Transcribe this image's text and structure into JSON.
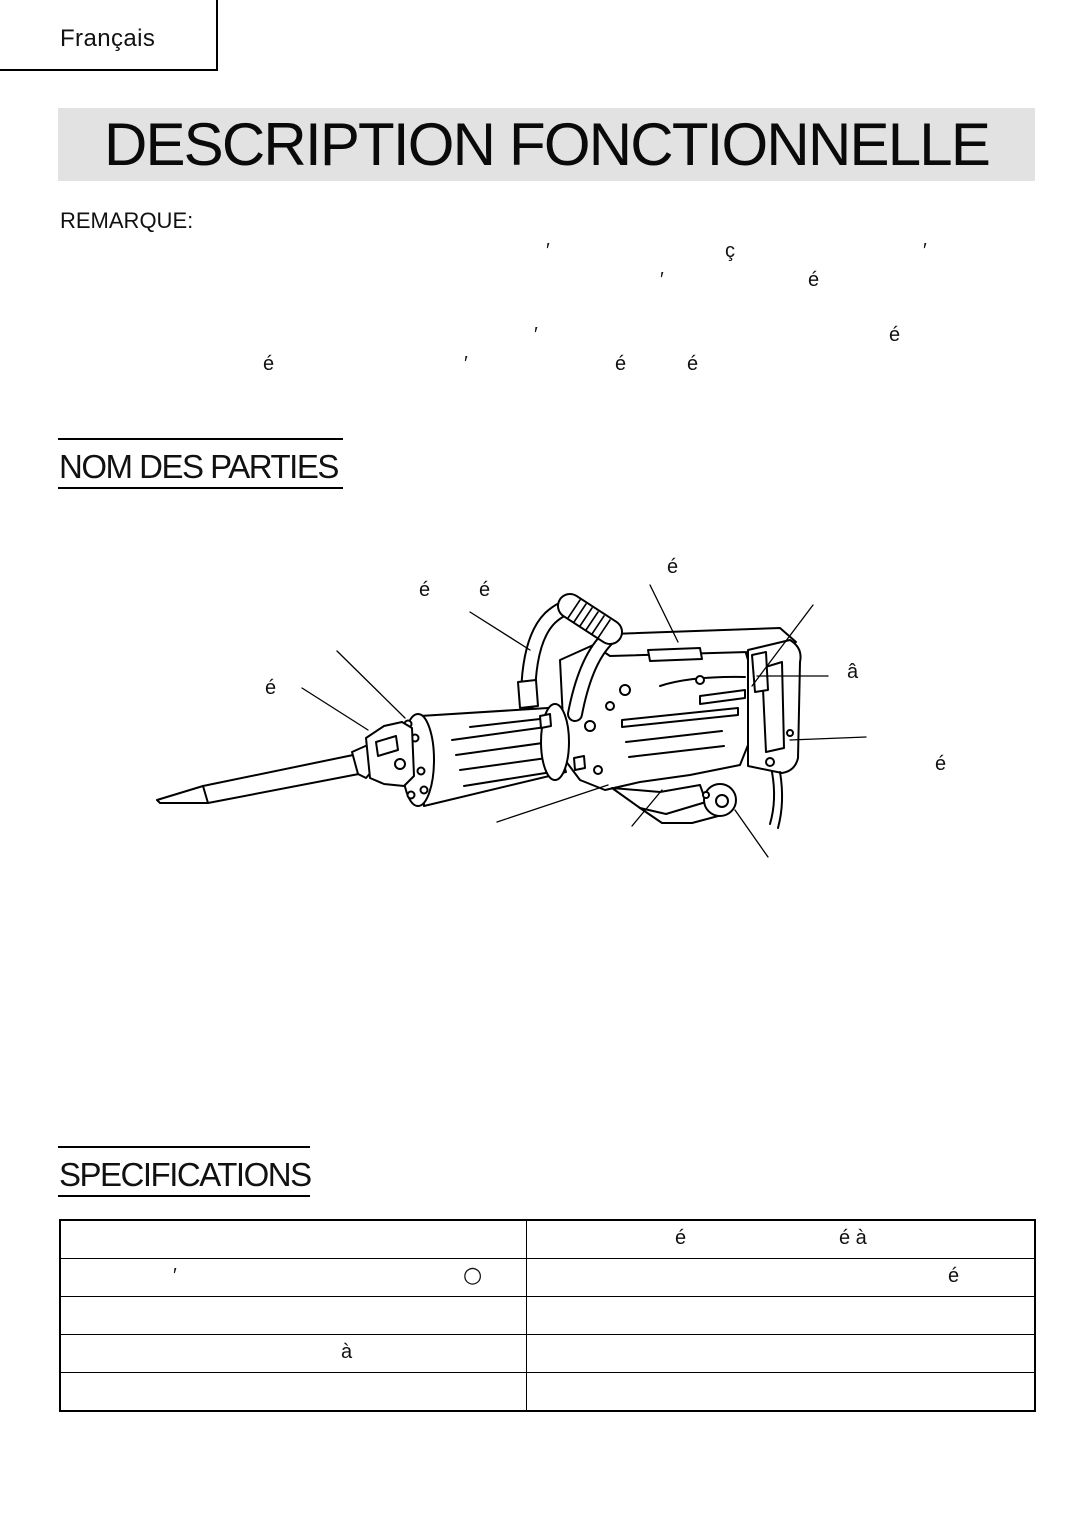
{
  "language_tab": "Français",
  "title": "DESCRIPTION FONCTIONNELLE",
  "remark": {
    "label": "REMARQUE:",
    "line1": [
      "′",
      "ç",
      "′"
    ],
    "line2": [
      "′",
      "é"
    ],
    "line3": [
      "′",
      "é"
    ],
    "line4": [
      "é",
      "′",
      "é",
      "é"
    ]
  },
  "parts": {
    "heading": "NOM DES PARTIES",
    "labels": [
      "é",
      "é",
      "é",
      "é",
      "â",
      "é"
    ]
  },
  "specifications": {
    "heading": "SPECIFICATIONS",
    "rows": [
      {
        "left": [],
        "right": [
          "é",
          "é à"
        ]
      },
      {
        "left": [
          "′",
          "○"
        ],
        "right": [
          "é"
        ]
      },
      {
        "left": [],
        "right": []
      },
      {
        "left": [
          "à"
        ],
        "right": []
      },
      {
        "left": [],
        "right": []
      }
    ]
  }
}
